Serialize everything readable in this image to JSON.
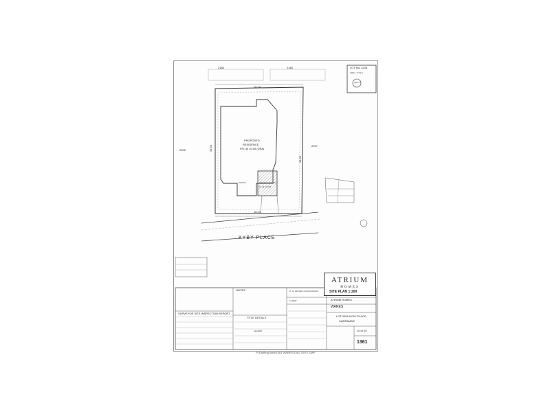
{
  "lot_box": {
    "title": "LOT No. 2206",
    "area_label": "AREA : 974m²"
  },
  "neighbors": {
    "top_left": "2184",
    "top_right": "2183",
    "left": "2205",
    "right": "2207"
  },
  "dimensions": {
    "top_width": "18.24",
    "bottom_width": "18.24",
    "left_depth": "33.50",
    "right_depth": "33.50"
  },
  "house": {
    "label1": "PROPOSED",
    "label2": "RESIDENCE",
    "ffl": "FFL @ 10.00 (DSA)",
    "garage": "GARAGE (ROAD)",
    "garage_ffl": "FL @ 10.094",
    "porch": "PORCH"
  },
  "street": "KYBY PLACE",
  "notes": {
    "title": "NOTES"
  },
  "report": {
    "title": "SURVEYOR SITE INSPECTION REPORT"
  },
  "title_details": {
    "title": "TITLE DETAILS",
    "legend": "LEGEND"
  },
  "surveyor": "R. G. LESTER & ASSOCIATES",
  "brand": {
    "name": "ATRIUM",
    "sub": "HOMES"
  },
  "plan_title": "SITE PLAN  1:200",
  "client_label": "CLIENT",
  "builder": "ATRIUM HOMES",
  "client": "WARES",
  "address": {
    "line1": "LOT 2206 KYBY PLACE,",
    "line2": "CARRAMAR"
  },
  "sheet": "10 of 10",
  "job_no": "1361",
  "footer": "P:\\Drafting\\Jobs\\1361 WARES\\1361 TSITE.DWF"
}
